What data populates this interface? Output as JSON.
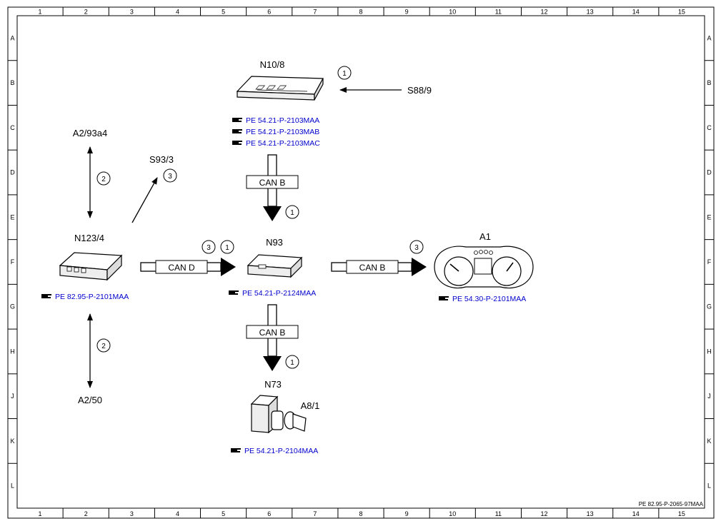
{
  "grid": {
    "columns": [
      "1",
      "2",
      "3",
      "4",
      "5",
      "6",
      "7",
      "8",
      "9",
      "10",
      "11",
      "12",
      "13",
      "14",
      "15"
    ],
    "rows": [
      "A",
      "B",
      "C",
      "D",
      "E",
      "F",
      "G",
      "H",
      "J",
      "K",
      "L"
    ]
  },
  "doc_id": "PE 82.95-P-2065-97MAA",
  "components": {
    "n10_8": "N10/8",
    "s88_9": "S88/9",
    "a2_93a4": "A2/93a4",
    "s93_3": "S93/3",
    "n123_4": "N123/4",
    "n93": "N93",
    "a1": "A1",
    "a2_50": "A2/50",
    "n73": "N73",
    "a8_1": "A8/1"
  },
  "can": {
    "b_top": "CAN B",
    "d": "CAN D",
    "b_right": "CAN B",
    "b_bottom": "CAN B"
  },
  "refs": {
    "n10_8_a": "PE 54.21-P-2103MAA",
    "n10_8_b": "PE 54.21-P-2103MAB",
    "n10_8_c": "PE 54.21-P-2103MAC",
    "n123_4": "PE 82.95-P-2101MAA",
    "n93": "PE 54.21-P-2124MAA",
    "a1": "PE 54.30-P-2101MAA",
    "n73": "PE 54.21-P-2104MAA"
  },
  "markers": {
    "m_s88": "1",
    "m_a2_93a4": "2",
    "m_s93": "3",
    "m_canb_top": "1",
    "m_cand_3": "3",
    "m_cand_1": "1",
    "m_canb_right": "3",
    "m_a2_50": "2",
    "m_canb_bottom": "1"
  },
  "colors": {
    "link": "#0000cc",
    "line": "#000000"
  }
}
